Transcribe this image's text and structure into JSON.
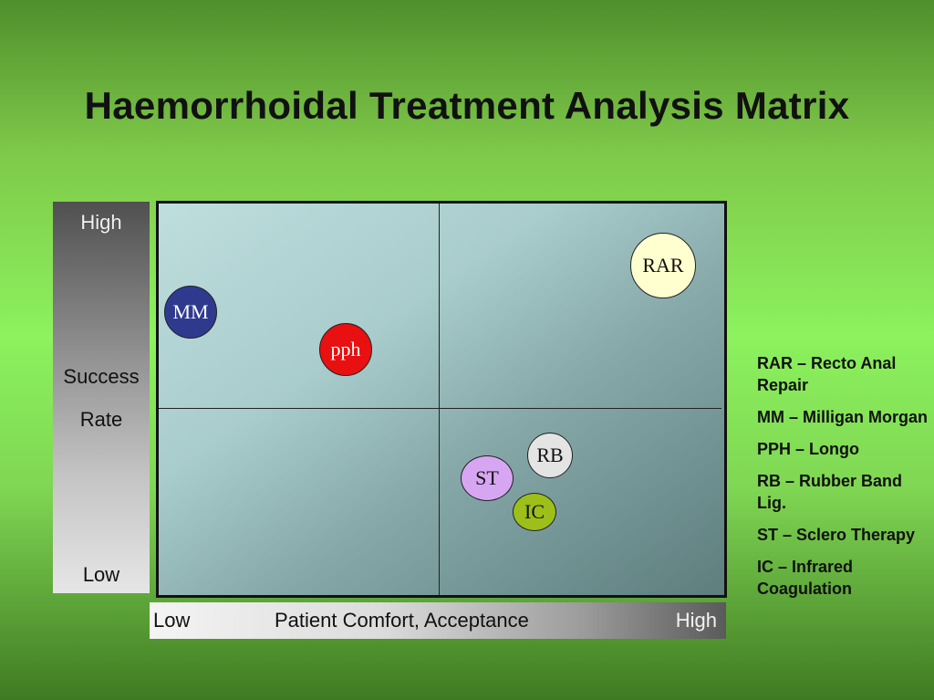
{
  "title": "Haemorrhoidal Treatment Analysis Matrix",
  "y_axis": {
    "high": "High",
    "label_line1": "Success",
    "label_line2": "Rate",
    "low": "Low"
  },
  "x_axis": {
    "low": "Low",
    "label": "Patient Comfort, Acceptance",
    "high": "High"
  },
  "bubbles": [
    {
      "label": "RAR",
      "fill": "#ffffd0",
      "text_color": "#111111"
    },
    {
      "label": "MM",
      "fill": "#2f3a8f",
      "text_color": "#ffffff"
    },
    {
      "label": "pph",
      "fill": "#e81010",
      "text_color": "#ffffff"
    },
    {
      "label": "RB",
      "fill": "#e4e4e4",
      "text_color": "#111111"
    },
    {
      "label": "ST",
      "fill": "#d7a6f2",
      "text_color": "#111111"
    },
    {
      "label": "IC",
      "fill": "#9cbf1a",
      "text_color": "#111111"
    }
  ],
  "legend": [
    "RAR – Recto Anal Repair",
    "MM – Milligan Morgan",
    "PPH – Longo",
    "RB – Rubber Band Lig.",
    "ST – Sclero Therapy",
    "IC – Infrared Coagulation"
  ]
}
